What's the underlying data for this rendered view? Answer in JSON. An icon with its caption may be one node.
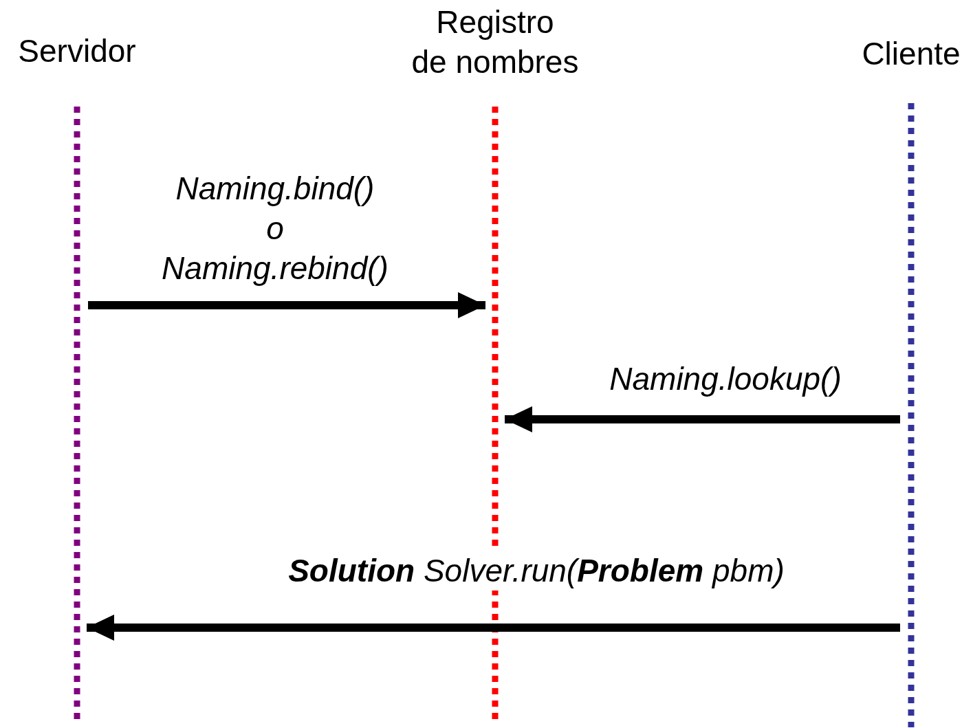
{
  "diagram": {
    "nodes": [
      {
        "text": [
          "Servidor"
        ]
      },
      {
        "text": [
          "Registro de nombres"
        ]
      },
      {
        "text": [
          "Cliente"
        ]
      }
    ],
    "edges": [
      {
        "from": 0,
        "to": 1,
        "arrow": "to",
        "label": "Naming.bind() o Naming.rebind()"
      },
      {
        "from": 2,
        "to": 1,
        "arrow": "to",
        "label": "Naming.lookup()"
      },
      {
        "from": 2,
        "to": 0,
        "arrow": "to",
        "label": "**Solution** Solver.run(**Problem** pbm)"
      }
    ]
  }
}
